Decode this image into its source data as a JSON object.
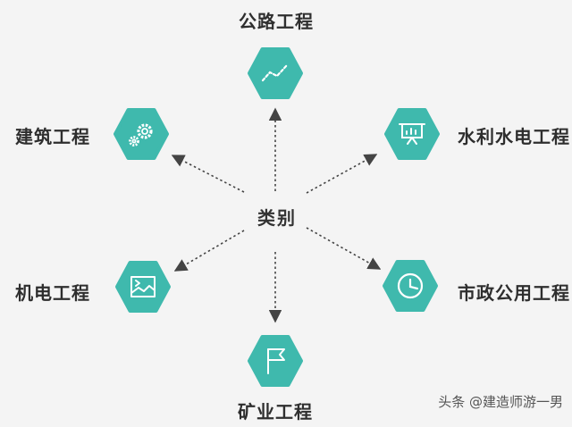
{
  "center": {
    "label": "类别"
  },
  "categories": [
    {
      "label": "公路工程",
      "icon": "line-chart-icon"
    },
    {
      "label": "水利水电工程",
      "icon": "presentation-board-icon"
    },
    {
      "label": "市政公用工程",
      "icon": "clock-icon"
    },
    {
      "label": "矿业工程",
      "icon": "flag-icon"
    },
    {
      "label": "机电工程",
      "icon": "image-icon"
    },
    {
      "label": "建筑工程",
      "icon": "gears-icon"
    }
  ],
  "watermark": "头条 @建造师游一男",
  "colors": {
    "hexagon": "#3fb9ad",
    "background": "#f4f4f4",
    "arrow": "#444444",
    "text": "#2e2e2e"
  }
}
